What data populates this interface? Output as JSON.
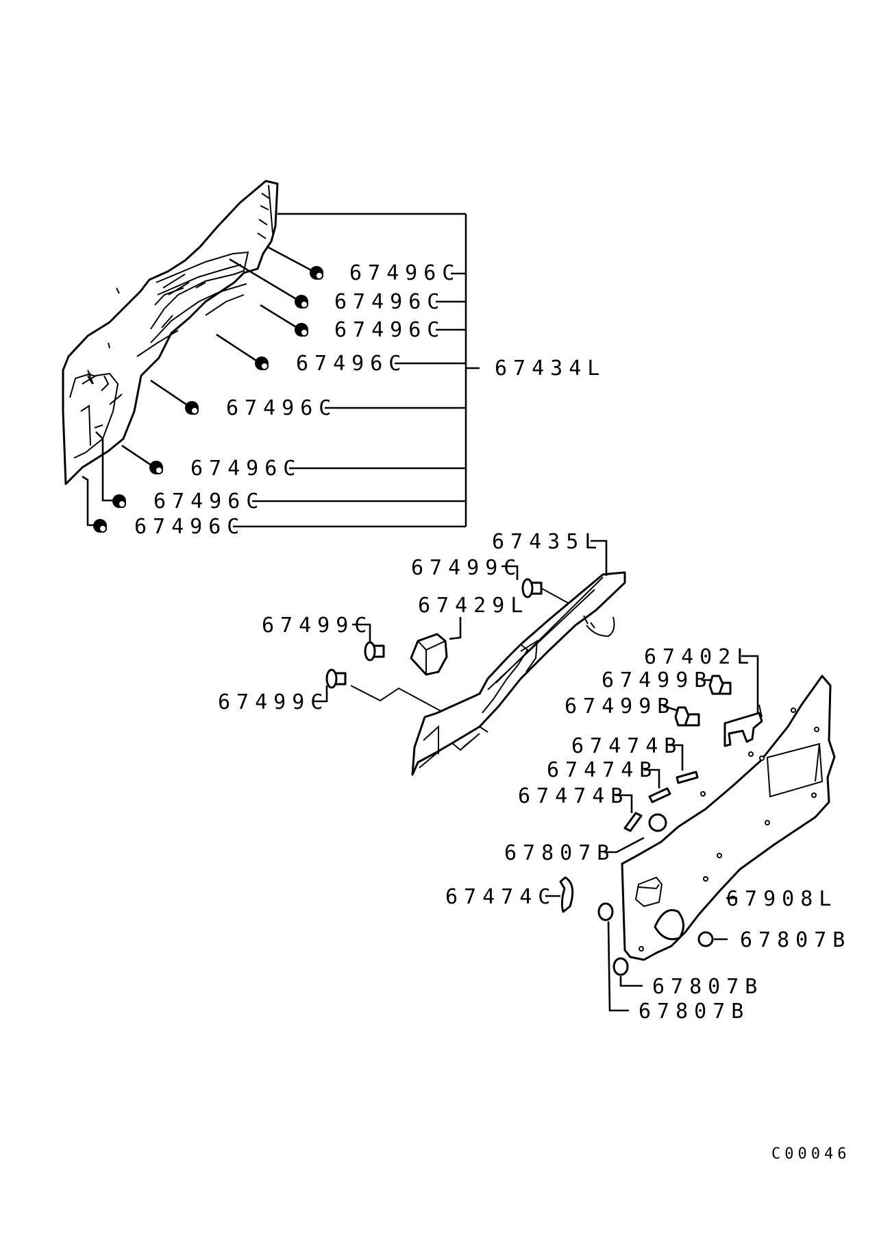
{
  "labels": {
    "clip_1": "67496C",
    "clip_2": "67496C",
    "clip_3": "67496C",
    "clip_4": "67496C",
    "clip_5": "67496C",
    "clip_6": "67496C",
    "clip_7": "67496C",
    "clip_8": "67496C",
    "trim_upper": "67434L",
    "trim_lower": "67435L",
    "screw_a": "67499C",
    "cup": "67429L",
    "screw_b": "67499C",
    "screw_c": "67499C",
    "bracket": "67402L",
    "bolt_a": "67499B",
    "bolt_b": "67499B",
    "pad_a": "67474B",
    "pad_b": "67474B",
    "pad_c": "67474B",
    "plug_a": "67807B",
    "seal_clip": "67474C",
    "sheet": "67908L",
    "plug_b": "67807B",
    "plug_c": "67807B",
    "plug_d": "67807B"
  },
  "drawing_code": "C00046"
}
